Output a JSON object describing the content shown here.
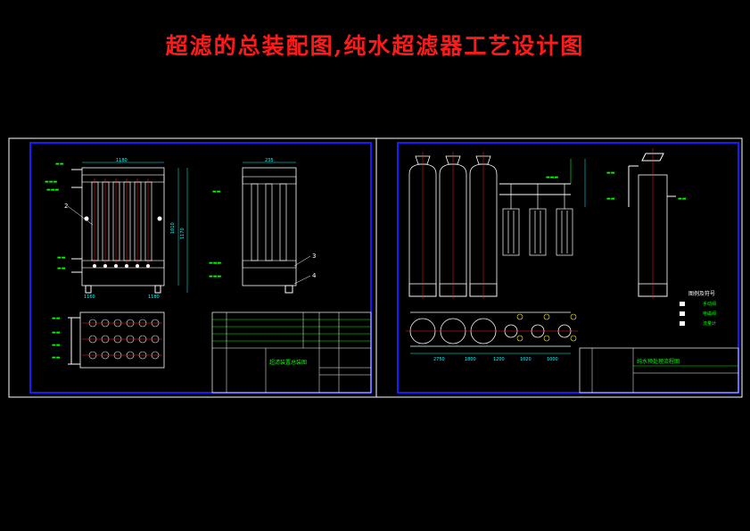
{
  "page_title": "超滤的总装配图,纯水超滤器工艺设计图",
  "left_sheet": {
    "dim_top": "1180",
    "dim_right": "1010",
    "dim_right2": "1170",
    "dim_bottom_left": "1160",
    "dim_bottom_right": "1180",
    "side_dim_top": "235",
    "callouts": [
      "2",
      "3",
      "4"
    ],
    "title_block_name": "超滤装置总装图"
  },
  "right_sheet": {
    "legend_title": "图例及符号",
    "legend_items": [
      "手动阀",
      "电磁阀",
      "流量计"
    ],
    "bottom_dims": [
      "2750",
      "1800",
      "1200",
      "1020",
      "1000"
    ],
    "title_block_name": "纯水预处理流程图"
  },
  "colors": {
    "background": "#000000",
    "title": "#ff1a1a",
    "frame": "#1a1aff",
    "lines": "#ffffff",
    "annotation": "#00ff00",
    "dimension": "#00ffff",
    "center_line": "#ff2020"
  }
}
